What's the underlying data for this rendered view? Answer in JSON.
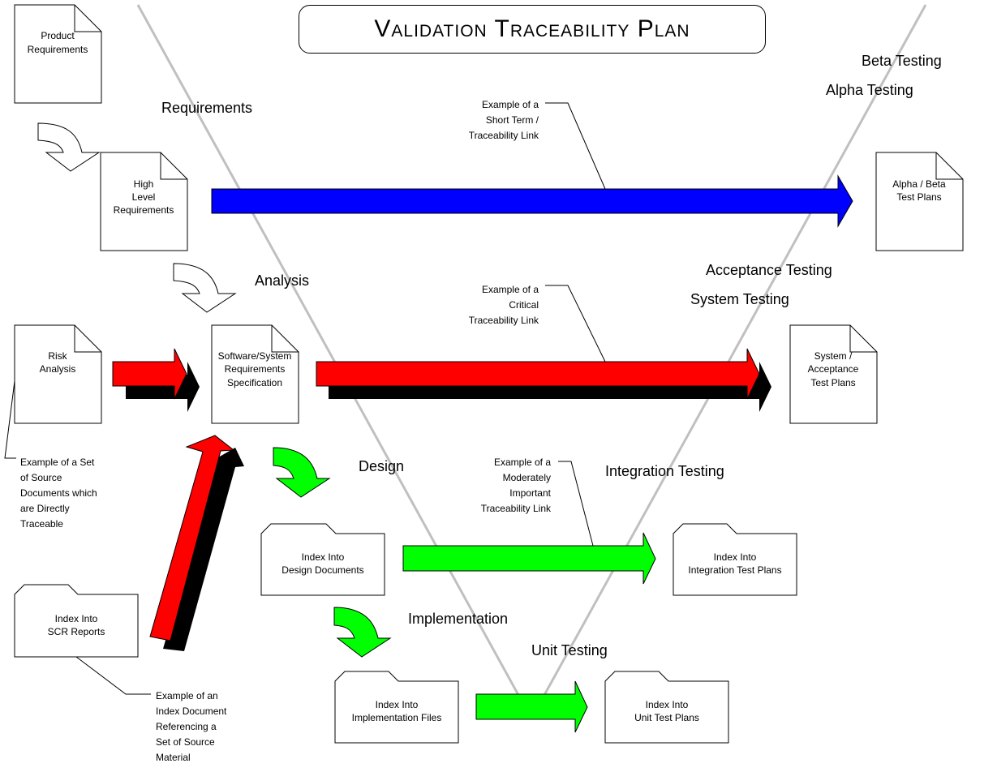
{
  "title": "Validation Traceability Plan",
  "docs": {
    "product_requirements": [
      "Product",
      "Requirements"
    ],
    "high_level_requirements": [
      "High",
      "Level",
      "Requirements"
    ],
    "risk_analysis": [
      "Risk",
      "Analysis"
    ],
    "srs": [
      "Software/System",
      "Requirements",
      "Specification"
    ],
    "alpha_beta_test_plans": [
      "Alpha / Beta",
      "Test Plans"
    ],
    "system_acceptance_test_plans": [
      "System /",
      "Acceptance",
      "Test Plans"
    ]
  },
  "folders": {
    "design_index": [
      "Index Into",
      "Design Documents"
    ],
    "integration_index": [
      "Index Into",
      "Integration Test Plans"
    ],
    "scr_index": [
      "Index Into",
      "SCR Reports"
    ],
    "implementation_index": [
      "Index Into",
      "Implementation Files"
    ],
    "unit_test_index": [
      "Index Into",
      "Unit Test Plans"
    ]
  },
  "phases": {
    "requirements": "Requirements",
    "analysis": "Analysis",
    "design": "Design",
    "implementation": "Implementation",
    "unit_testing": "Unit Testing",
    "integration_testing": "Integration Testing",
    "system_testing": "System Testing",
    "acceptance_testing": "Acceptance Testing",
    "alpha_testing": "Alpha Testing",
    "beta_testing": "Beta Testing"
  },
  "annotations": {
    "short_term": [
      "Example of a",
      "Short Term /",
      "Traceability Link"
    ],
    "critical": [
      "Example of a",
      "Critical",
      "Traceability Link"
    ],
    "moderate": [
      "Example of a",
      "Moderately",
      "Important",
      "Traceability Link"
    ],
    "source_docs": [
      "Example of a Set",
      "of Source",
      "Documents which",
      "are Directly",
      "Traceable"
    ],
    "index_doc": [
      "Example of an",
      "Index Document",
      "Referencing a",
      "Set of Source",
      "Material"
    ]
  },
  "colors": {
    "blue_link": "#0000ff",
    "red_link": "#ff0000",
    "green_link": "#00ff00",
    "shadow": "#000000",
    "v_line": "#c0c0c0"
  }
}
